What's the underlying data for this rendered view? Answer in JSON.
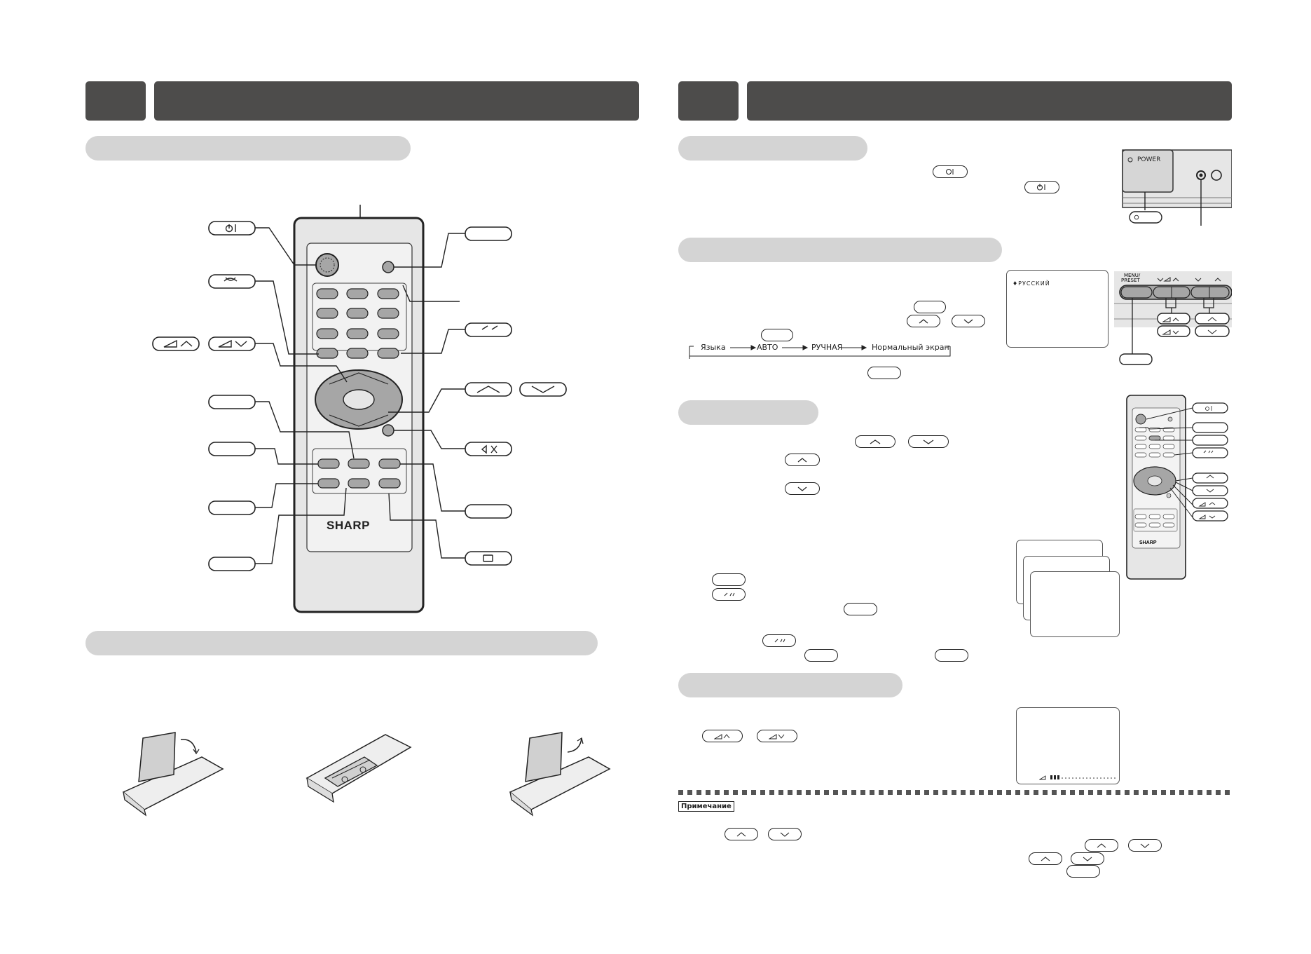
{
  "labels": {
    "brand": "SHARP",
    "power_panel": "POWER",
    "osd_language": "♦РУССКИЙ",
    "note": "Примечание"
  },
  "flow": {
    "items": [
      "Языка",
      "АВТО",
      "РУЧНАЯ",
      "Нормальный экран"
    ]
  },
  "icons": {
    "power": "power-standby-icon",
    "flashback": "flashback-icon",
    "vol_up": "volume-up-icon",
    "vol_down": "volume-down-icon",
    "ch_up": "channel-up-icon",
    "ch_down": "channel-down-icon",
    "mute": "mute-icon",
    "digit": "digit-toggle-icon",
    "subpage": "subpage-icon"
  },
  "colors": {
    "header": "#4d4c4b",
    "pill": "#d4d4d4",
    "remote_body": "#e6e6e6",
    "remote_button": "#a6a6a6"
  }
}
